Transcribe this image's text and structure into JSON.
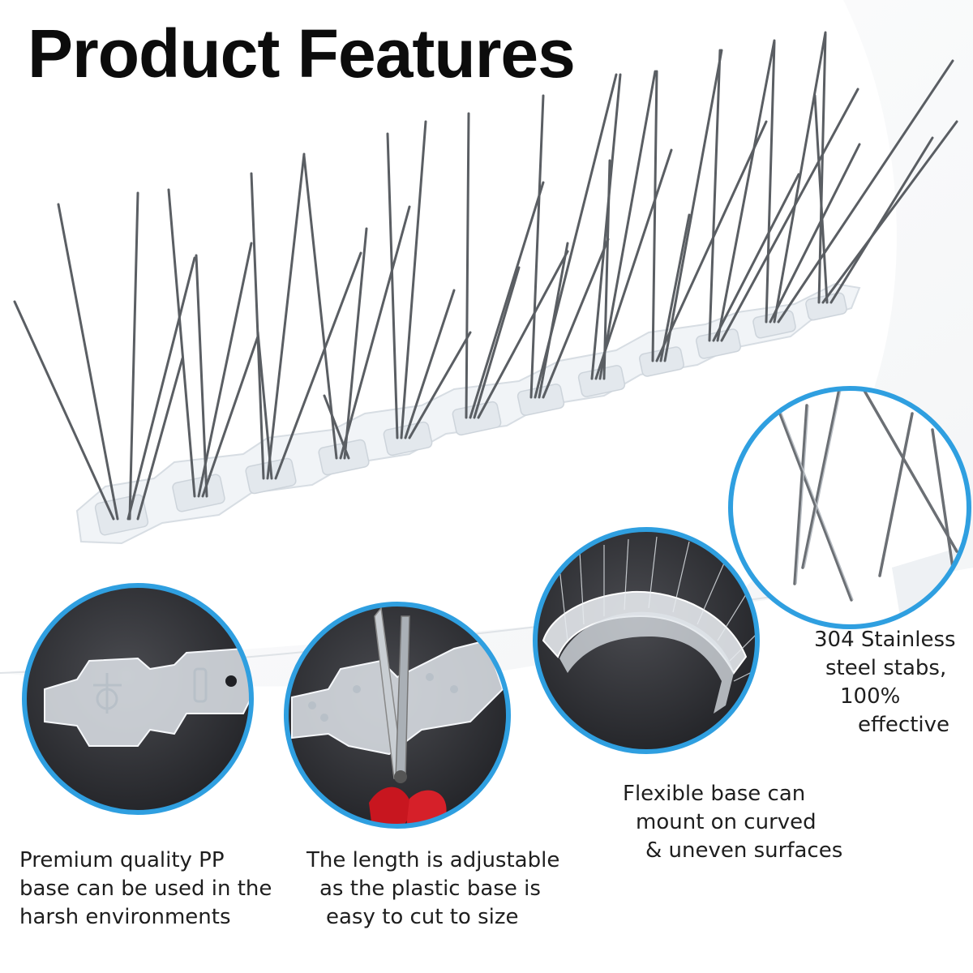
{
  "title": "Product Features",
  "colors": {
    "accent_ring": "#2f9fe0",
    "background": "#ffffff",
    "text": "#1e1e1e",
    "dark_surface": "#2e2e33",
    "spike_steel": "#5a5e63"
  },
  "features": [
    {
      "id": "pp-base",
      "icon": "pp-base-closeup-icon",
      "lines": [
        "Premium quality PP",
        "base can be used in the",
        "harsh environments"
      ]
    },
    {
      "id": "adjustable",
      "icon": "scissors-cut-icon",
      "lines": [
        "The length is adjustable",
        "as the plastic base is",
        "easy to cut to size"
      ]
    },
    {
      "id": "flexible",
      "icon": "curved-base-icon",
      "lines": [
        "Flexible base can",
        "mount on curved",
        "& uneven surfaces"
      ]
    },
    {
      "id": "steel",
      "icon": "steel-stabs-closeup-icon",
      "lines": [
        "304 Stainless",
        "steel stabs,",
        "100%",
        "effective"
      ]
    }
  ]
}
